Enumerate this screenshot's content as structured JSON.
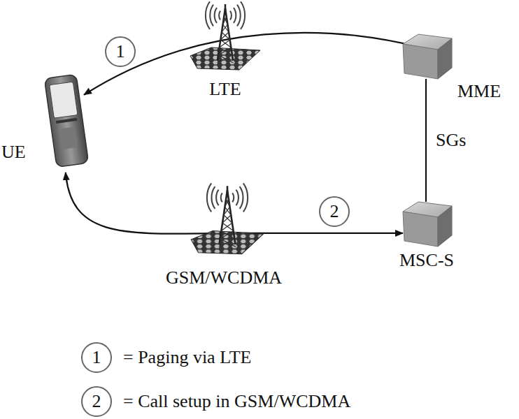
{
  "diagram": {
    "nodes": [
      {
        "text": [
          "UE"
        ]
      },
      {
        "text": [
          "LTE"
        ]
      },
      {
        "text": [
          "MME"
        ]
      },
      {
        "text": [
          "MSC-S"
        ]
      },
      {
        "text": [
          "GSM/WCDMA"
        ]
      }
    ],
    "edges": [
      {
        "from": 2,
        "to": 0,
        "arrow": "to"
      },
      {
        "from": 3,
        "to": 2,
        "label": "SGs",
        "arrow": "none"
      },
      {
        "from": 0,
        "to": 3,
        "arrow": "both"
      }
    ],
    "labels": [
      "1",
      "2",
      "1",
      "2"
    ],
    "legend": [
      {
        "text": "= Paging via LTE"
      },
      {
        "text": "= Call setup in GSM/WCDMA"
      }
    ]
  }
}
